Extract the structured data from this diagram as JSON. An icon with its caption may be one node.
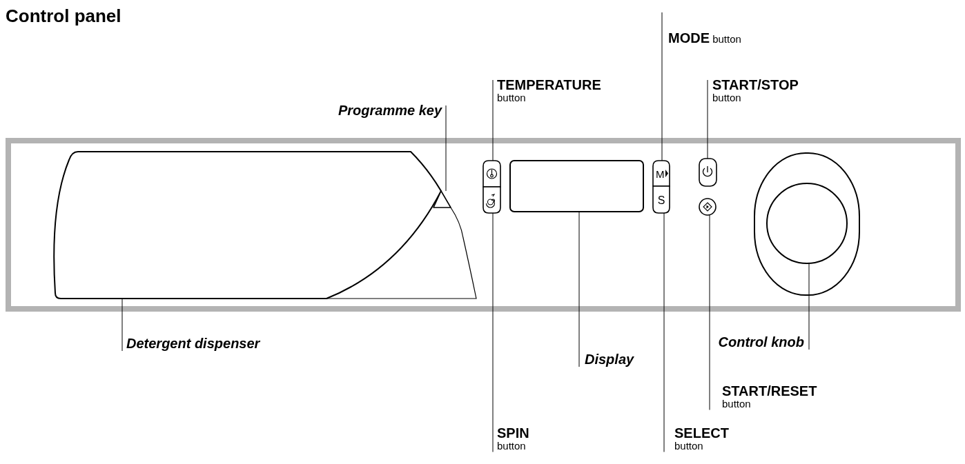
{
  "diagram": {
    "title": "Control panel",
    "nodes": [
      {
        "text": [
          "**MODE** button"
        ]
      },
      {
        "text": [
          "TEMPERATURE",
          "button"
        ]
      },
      {
        "text": [
          "START/STOP",
          "button"
        ]
      },
      {
        "text": [
          "Programme key"
        ]
      },
      {
        "text": [
          "Detergent dispenser"
        ]
      },
      {
        "text": [
          "Display"
        ]
      },
      {
        "text": [
          "Control knob"
        ]
      },
      {
        "text": [
          "START/RESET",
          "button"
        ]
      },
      {
        "text": [
          "SPIN",
          "button"
        ]
      },
      {
        "text": [
          "SELECT",
          "button"
        ]
      },
      {
        "text": [],
        "shape": "box"
      },
      {
        "text": [],
        "shape": "triangle"
      },
      {
        "text": [],
        "shape": "button"
      },
      {
        "text": [],
        "shape": "button"
      },
      {
        "text": [],
        "shape": "box"
      },
      {
        "text": [],
        "shape": "button"
      },
      {
        "text": [],
        "shape": "button"
      },
      {
        "text": [],
        "shape": "button"
      },
      {
        "text": [],
        "shape": "button"
      },
      {
        "text": [],
        "shape": "circle"
      }
    ],
    "edges": [
      {
        "from": 0,
        "to": 15,
        "arrow": "none"
      },
      {
        "from": 1,
        "to": 12,
        "arrow": "none"
      },
      {
        "from": 2,
        "to": 17,
        "arrow": "none"
      },
      {
        "from": 3,
        "to": 11,
        "arrow": "none"
      },
      {
        "from": 4,
        "to": 10,
        "arrow": "none"
      },
      {
        "from": 5,
        "to": 14,
        "arrow": "none"
      },
      {
        "from": 6,
        "to": 19,
        "arrow": "none"
      },
      {
        "from": 7,
        "to": 18,
        "arrow": "none"
      },
      {
        "from": 8,
        "to": 13,
        "arrow": "none"
      },
      {
        "from": 9,
        "to": 16,
        "arrow": "none"
      }
    ],
    "labels": [
      "M",
      "S"
    ]
  }
}
